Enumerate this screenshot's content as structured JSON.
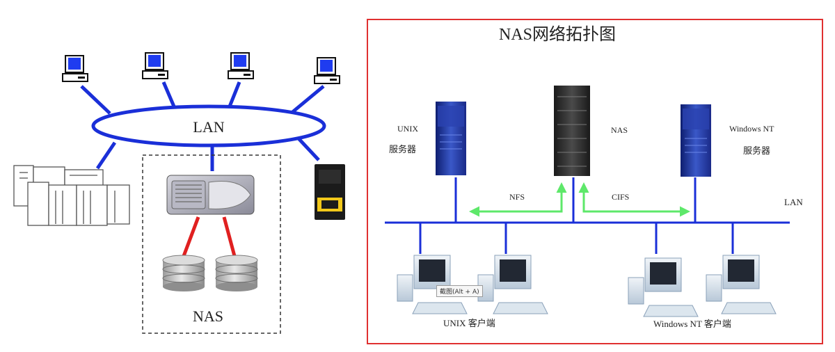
{
  "left": {
    "lan_label": "LAN",
    "nas_label": "NAS"
  },
  "right": {
    "title": "NAS网络拓扑图",
    "unix_server_line1": "UNIX",
    "unix_server_line2": "服务器",
    "nas_label": "NAS",
    "win_server_line1": "Windows NT",
    "win_server_line2": "服务器",
    "nfs_label": "NFS",
    "cifs_label": "CIFS",
    "lan_label": "LAN",
    "unix_clients_label": "UNIX 客户端",
    "win_clients_label": "Windows NT 客户端"
  },
  "tooltip": "截图(Alt + A)",
  "colors": {
    "link_blue": "#1a2fd8",
    "disk_red": "#e02020",
    "arrow_green": "#5ee86a",
    "frame_red": "#e03030"
  }
}
